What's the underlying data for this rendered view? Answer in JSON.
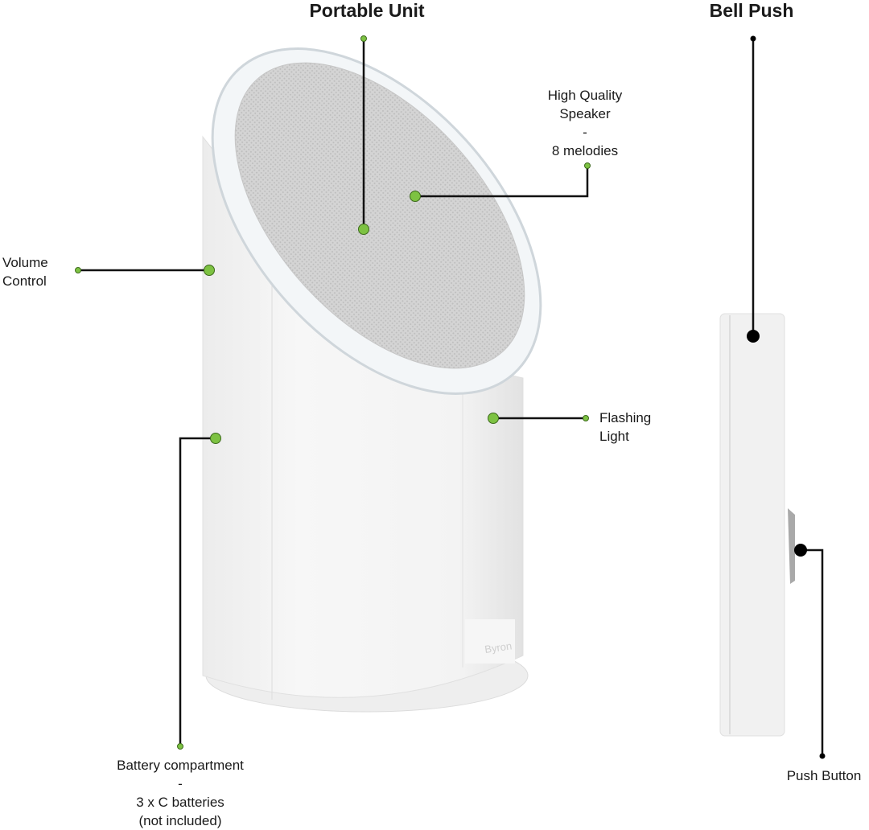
{
  "titles": {
    "portable_unit": "Portable Unit",
    "bell_push": "Bell Push"
  },
  "callouts": {
    "speaker": [
      "High Quality",
      "Speaker",
      "-",
      "8 melodies"
    ],
    "volume": [
      "Volume",
      "Control"
    ],
    "flashing": [
      "Flashing",
      "Light"
    ],
    "battery": [
      "Battery compartment",
      "-",
      "3 x C batteries",
      "(not included)"
    ],
    "push_button": "Push Button"
  },
  "brand_mark": "Byron",
  "colors": {
    "green_dot": "#7dc242",
    "line": "#111111"
  }
}
